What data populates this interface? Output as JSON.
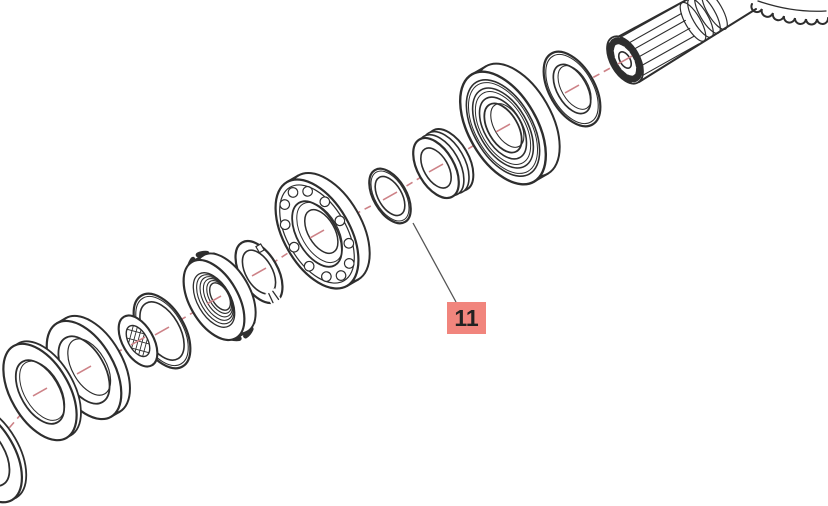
{
  "diagram": {
    "kind": "exploded-parts-diagram",
    "background_color": "#ffffff",
    "colors": {
      "line": "#2E2E2E",
      "centerline": "#CD8287",
      "leader": "#555555"
    },
    "callout": {
      "label": "11",
      "bg_color": "#F1857D",
      "text_color": "#222222"
    },
    "parts": [
      {
        "name": "ring-at-edge"
      },
      {
        "name": "flat-washer-large"
      },
      {
        "name": "oil-seal"
      },
      {
        "name": "spring-washer-hatched"
      },
      {
        "name": "seal-ring"
      },
      {
        "name": "castellated-lock-nut"
      },
      {
        "name": "lock-tab-washer"
      },
      {
        "name": "tapered-roller-bearing"
      },
      {
        "name": "shim-washer-callout-11"
      },
      {
        "name": "collapsible-spacer"
      },
      {
        "name": "ball-bearing"
      },
      {
        "name": "thrust-washer"
      },
      {
        "name": "splined-pinion-shaft-with-gear"
      }
    ]
  }
}
